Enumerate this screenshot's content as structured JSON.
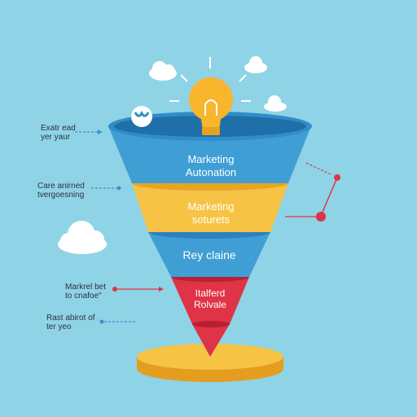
{
  "funnel": {
    "tiers": [
      {
        "label": "Marketing\nAutonation",
        "color": "#3f9fd5",
        "text_color": "#ffffff"
      },
      {
        "label": "Marketing\nsoturets",
        "color": "#f6c344",
        "text_color": "#ffffff"
      },
      {
        "label": "Rey claine",
        "color": "#3f9fd5",
        "text_color": "#ffffff"
      },
      {
        "label": "Italferd\nRolvale",
        "color": "#df3347",
        "text_color": "#ffffff"
      }
    ]
  },
  "side_labels": [
    {
      "text": "Exatr ead\nyer yaur"
    },
    {
      "text": "Care anirned\ntvergoesning"
    },
    {
      "text": "Markrel bet\nto cnafoe\""
    },
    {
      "text": "Rast abirot of\nter yeo"
    }
  ],
  "colors": {
    "background": "#8fd3e6",
    "blue": "#3f9fd5",
    "yellow": "#f6c344",
    "red": "#df3347",
    "base": "#f4b731",
    "bulb": "#f8b62d"
  },
  "icons": [
    "lightbulb-icon",
    "cloud-icon",
    "chat-bubble-icon"
  ]
}
